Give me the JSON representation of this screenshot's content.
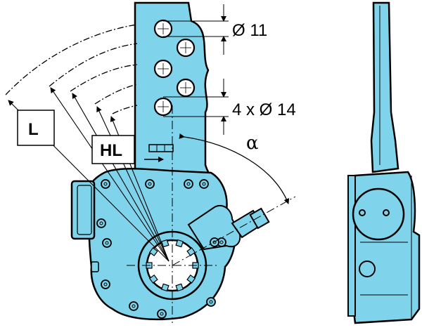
{
  "labels": {
    "hole_small": "Ø 11",
    "hole_large": "4 x Ø 14",
    "length": "L",
    "hole_length": "HL",
    "angle": "α"
  },
  "colors": {
    "body": "#7fd3ea",
    "outline": "#000000",
    "background": "#ffffff"
  }
}
